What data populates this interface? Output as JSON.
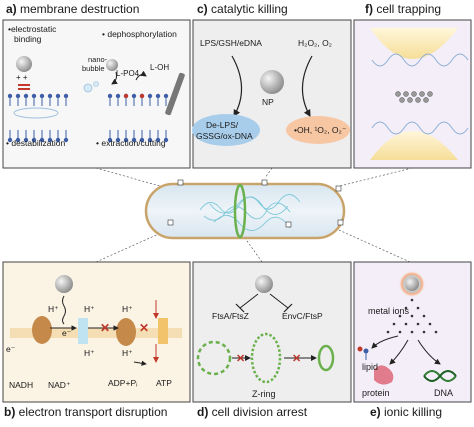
{
  "panels": {
    "a": {
      "letter": "a)",
      "title": "membrane destruction",
      "labels": {
        "electrostatic": "•electrostatic",
        "binding": "binding",
        "dephos": "• dephosphorylation",
        "nano": "nano-",
        "bubble": "bubble",
        "lpo4": "L-PO4",
        "loh": "L-OH",
        "destab": "• destabilization",
        "extraction": "• extraction/cutting"
      }
    },
    "c": {
      "letter": "c)",
      "title": "catalytic killing",
      "labels": {
        "lps": "LPS/GSH/eDNA",
        "h2o2": "H₂O₂, O₂",
        "np": "NP",
        "delps": "De-LPS/",
        "gssg": "GSSG/ox-DNA",
        "ros": "•OH, ¹O₂, O₂⁻"
      }
    },
    "f": {
      "letter": "f)",
      "title": "cell trapping"
    },
    "b": {
      "letter": "b)",
      "title": "electron transport disruption",
      "labels": {
        "hplus": "H⁺",
        "eminus": "e⁻",
        "nadh": "NADH",
        "nadplus": "NAD⁺",
        "eminus_left": "e⁻",
        "adp": "ADP+Pᵢ",
        "atp": "ATP"
      }
    },
    "d": {
      "letter": "d)",
      "title": "cell division arrest",
      "labels": {
        "fts_a": "FtsA/FtsZ",
        "env": "EnvC/FtsP",
        "zring": "Z-ring"
      }
    },
    "e": {
      "letter": "e)",
      "title": "ionic killing",
      "labels": {
        "metal": "metal ions",
        "lipid": "lipid",
        "protein": "protein",
        "dna": "DNA"
      }
    }
  },
  "colors": {
    "gray_np": "#9a9a9a",
    "green": "#6ab04c",
    "blue": "#4a78c0",
    "purple_bg": "#f3eef8",
    "tan_bg": "#fbf3e4",
    "gray_bg": "#f2f2f2"
  }
}
